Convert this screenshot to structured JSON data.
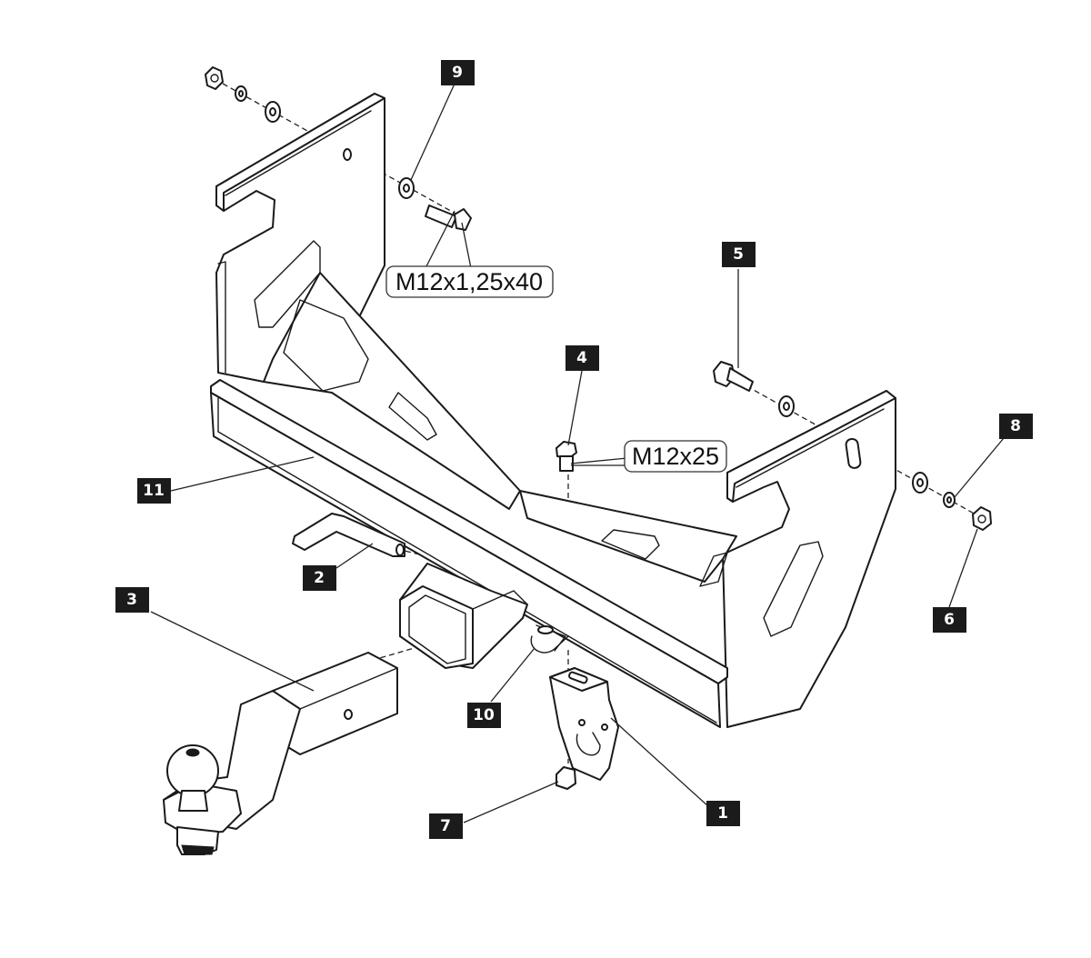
{
  "diagram": {
    "callouts": [
      {
        "id": "callout-1",
        "label": "1"
      },
      {
        "id": "callout-2",
        "label": "2"
      },
      {
        "id": "callout-3",
        "label": "3"
      },
      {
        "id": "callout-4",
        "label": "4"
      },
      {
        "id": "callout-5",
        "label": "5"
      },
      {
        "id": "callout-6",
        "label": "6"
      },
      {
        "id": "callout-7",
        "label": "7"
      },
      {
        "id": "callout-8",
        "label": "8"
      },
      {
        "id": "callout-9",
        "label": "9"
      },
      {
        "id": "callout-10",
        "label": "10"
      },
      {
        "id": "callout-11",
        "label": "11"
      }
    ],
    "specs": {
      "bolt_upper_left": "M12x1,25x40",
      "bolt_center": "M12x25"
    },
    "colors": {
      "line": "#1a1a1a",
      "tag_background": "#1b1b1b",
      "tag_text": "#ffffff",
      "background": "#ffffff"
    }
  }
}
